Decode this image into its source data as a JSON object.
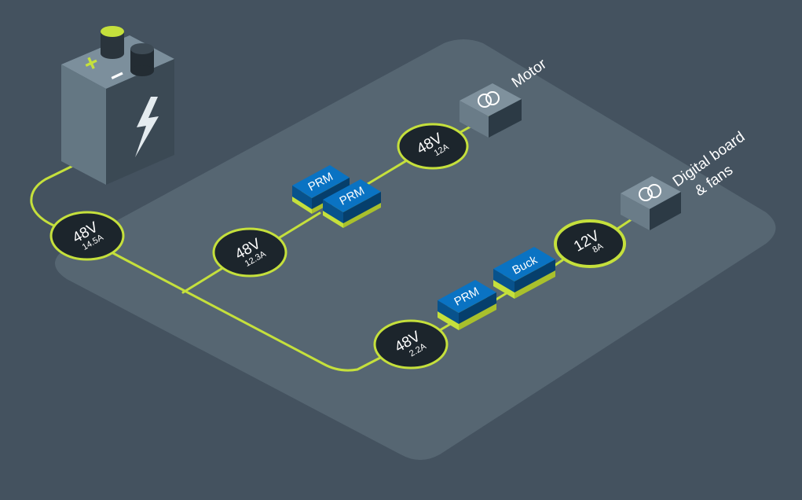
{
  "colors": {
    "background": "#44525f",
    "platform": "#566672",
    "wire": "#c5e03c",
    "node_fill": "#1c252c",
    "module_blue": "#0a73c3",
    "battery_body": "#5c6e7a"
  },
  "battery": {
    "plus_symbol": "+",
    "minus_symbol": "−",
    "icon": "lightning-bolt-icon"
  },
  "nodes": {
    "main": {
      "voltage": "48V",
      "current": "14.5A"
    },
    "motor_branch": {
      "voltage": "48V",
      "current": "12.3A"
    },
    "motor_input": {
      "voltage": "48V",
      "current": "12A"
    },
    "digital_branch": {
      "voltage": "48V",
      "current": "2.2A"
    },
    "digital_output": {
      "voltage": "12V",
      "current": "8A"
    }
  },
  "modules": {
    "prm_1": "PRM",
    "prm_2": "PRM",
    "prm_3": "PRM",
    "buck": "Buck"
  },
  "loads": {
    "motor": {
      "label": "Motor",
      "icon": "transformer-icon"
    },
    "digital": {
      "label_line1": "Digital board",
      "label_line2": "& fans",
      "icon": "transformer-icon"
    }
  }
}
